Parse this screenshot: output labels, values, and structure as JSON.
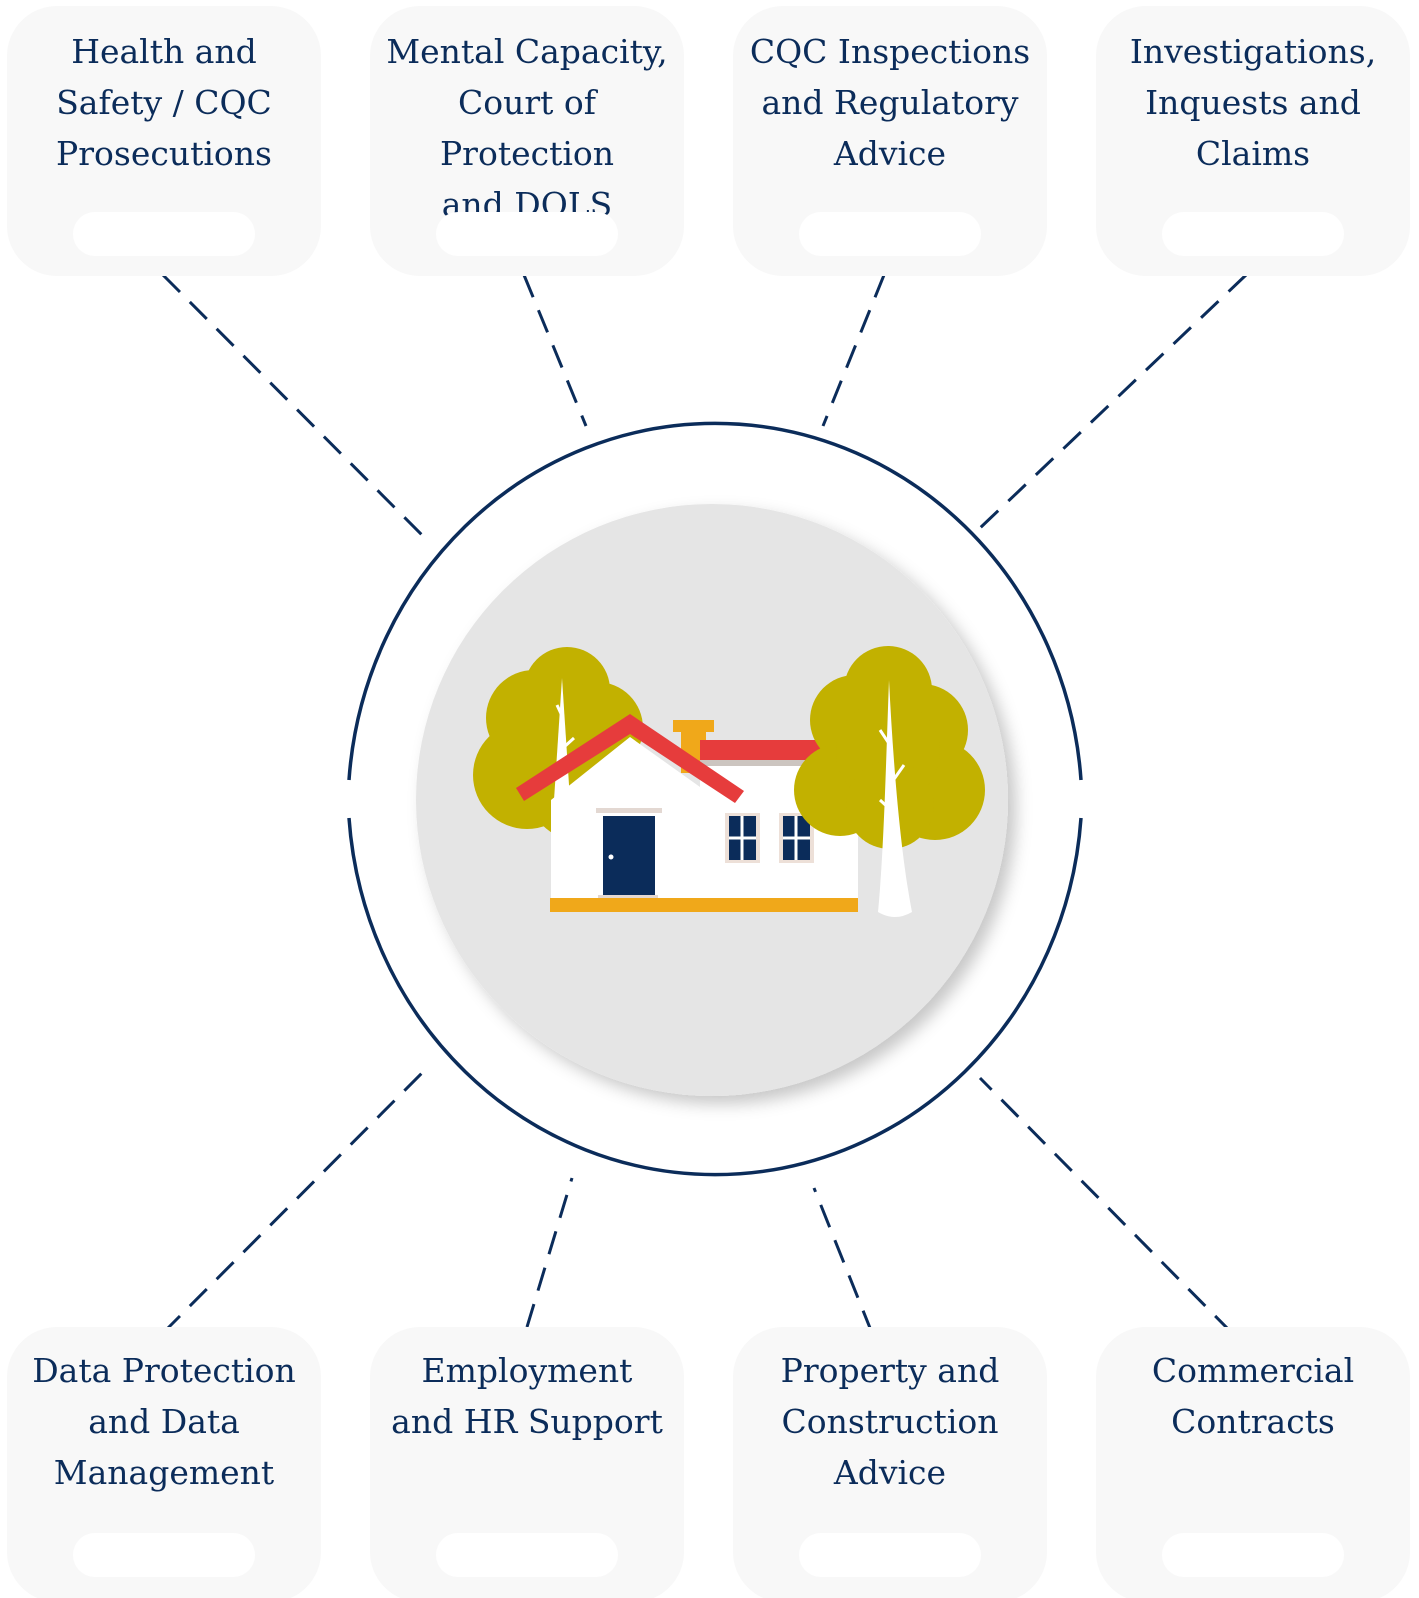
{
  "services": {
    "top": [
      {
        "label": "Health and\nSafety / CQC\nProsecutions"
      },
      {
        "label": "Mental Capacity,\nCourt of Protection\nand DOLS"
      },
      {
        "label": "CQC Inspections\nand Regulatory\nAdvice"
      },
      {
        "label": "Investigations,\nInquests and\nClaims"
      }
    ],
    "bottom": [
      {
        "label": "Data Protection\nand Data\nManagement"
      },
      {
        "label": "Employment\nand HR Support"
      },
      {
        "label": "Property and\nConstruction\nAdvice"
      },
      {
        "label": "Commercial\nContracts"
      }
    ]
  },
  "colors": {
    "navy": "#0b2c5a",
    "card": "#f8f8f8",
    "hub_fill": "#e5e5e5",
    "roof": "#e63c3c",
    "foliage": "#c2b100",
    "chimney": "#f0a81a"
  },
  "icons": {
    "hub": "house-with-trees-icon"
  }
}
